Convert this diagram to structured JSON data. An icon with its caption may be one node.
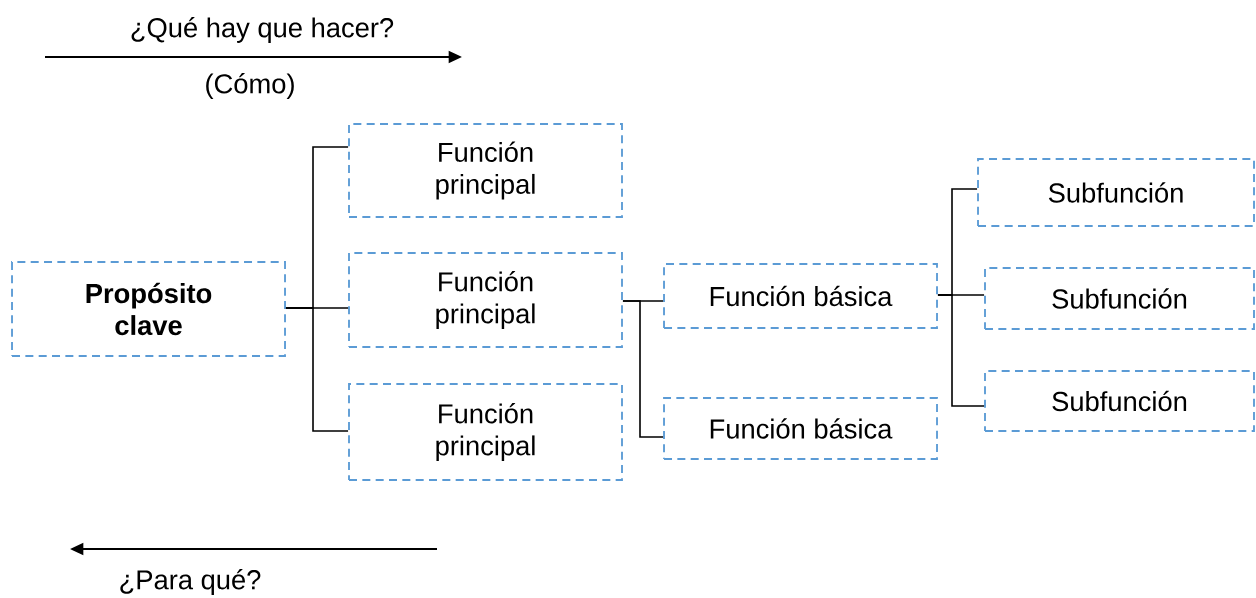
{
  "diagram": {
    "nodes": [
      {
        "text": [
          "Propósito clave"
        ]
      },
      {
        "text": [
          "Función principal"
        ]
      },
      {
        "text": [
          "Función principal"
        ]
      },
      {
        "text": [
          "Función principal"
        ]
      },
      {
        "text": [
          "Función básica"
        ]
      },
      {
        "text": [
          "Función básica"
        ]
      },
      {
        "text": [
          "Subfunción"
        ]
      },
      {
        "text": [
          "Subfunción"
        ]
      },
      {
        "text": [
          "Subfunción"
        ]
      }
    ],
    "edges": [
      {
        "from": 0,
        "to": 1,
        "arrow": "none"
      },
      {
        "from": 0,
        "to": 2,
        "arrow": "none"
      },
      {
        "from": 0,
        "to": 3,
        "arrow": "none"
      },
      {
        "from": 2,
        "to": 4,
        "arrow": "none"
      },
      {
        "from": 2,
        "to": 5,
        "arrow": "none"
      },
      {
        "from": 4,
        "to": 6,
        "arrow": "none"
      },
      {
        "from": 4,
        "to": 7,
        "arrow": "none"
      },
      {
        "from": 4,
        "to": 8,
        "arrow": "none"
      }
    ],
    "labels": [
      "¿Qué hay que hacer?",
      "(Cómo)",
      "¿Para qué?"
    ]
  }
}
